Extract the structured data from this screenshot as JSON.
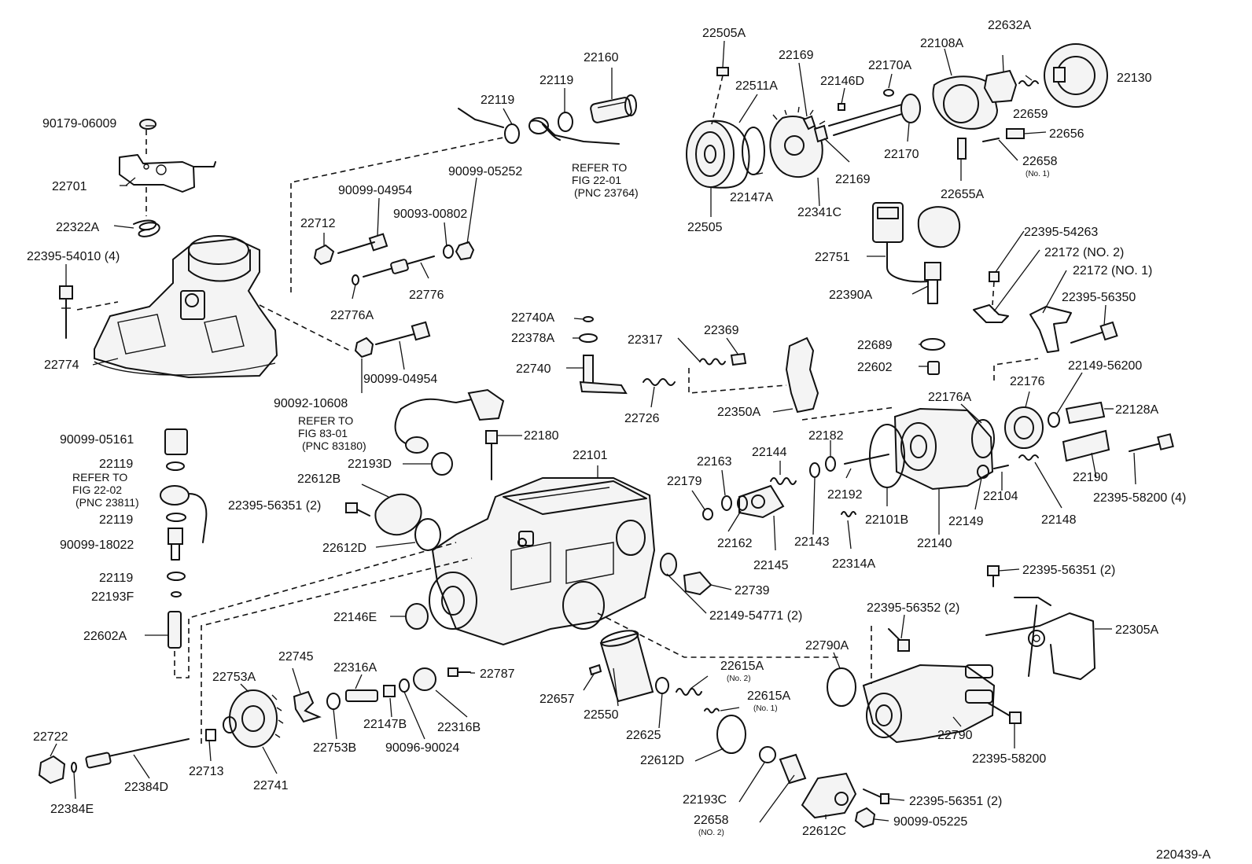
{
  "figure_code": "220439-A",
  "references": [
    {
      "lines": [
        "REFER TO",
        "FIG 22-01",
        "(PNC 23764)"
      ]
    },
    {
      "lines": [
        "REFER TO",
        "FIG 83-01",
        "(PNC 83180)"
      ]
    },
    {
      "lines": [
        "REFER TO",
        "FIG 22-02",
        "(PNC 23811)"
      ]
    }
  ],
  "callouts": [
    {
      "text": "22505A"
    },
    {
      "text": "22169"
    },
    {
      "text": "22511A"
    },
    {
      "text": "22146D"
    },
    {
      "text": "22170A"
    },
    {
      "text": "22108A"
    },
    {
      "text": "22632A"
    },
    {
      "text": "22130"
    },
    {
      "text": "22659"
    },
    {
      "text": "22656"
    },
    {
      "text": "22658",
      "note": "(No. 1)"
    },
    {
      "text": "22170"
    },
    {
      "text": "22169"
    },
    {
      "text": "22147A"
    },
    {
      "text": "22341C"
    },
    {
      "text": "22505"
    },
    {
      "text": "22655A"
    },
    {
      "text": "22160"
    },
    {
      "text": "22119"
    },
    {
      "text": "22119"
    },
    {
      "text": "90179-06009"
    },
    {
      "text": "22701"
    },
    {
      "text": "22322A"
    },
    {
      "text": "22395-54010 (4)"
    },
    {
      "text": "22774"
    },
    {
      "text": "90099-05252"
    },
    {
      "text": "90099-04954"
    },
    {
      "text": "90093-00802"
    },
    {
      "text": "22712"
    },
    {
      "text": "22776"
    },
    {
      "text": "22776A"
    },
    {
      "text": "90099-04954"
    },
    {
      "text": "90092-10608"
    },
    {
      "text": "22751"
    },
    {
      "text": "22390A"
    },
    {
      "text": "22395-54263"
    },
    {
      "text": "22172 (NO. 2)"
    },
    {
      "text": "22172 (NO. 1)"
    },
    {
      "text": "22395-56350"
    },
    {
      "text": "22740A"
    },
    {
      "text": "22378A"
    },
    {
      "text": "22317"
    },
    {
      "text": "22369"
    },
    {
      "text": "22740"
    },
    {
      "text": "22726"
    },
    {
      "text": "22350A"
    },
    {
      "text": "22689"
    },
    {
      "text": "22602"
    },
    {
      "text": "22149-56200"
    },
    {
      "text": "22176A"
    },
    {
      "text": "22176"
    },
    {
      "text": "22128A"
    },
    {
      "text": "22180"
    },
    {
      "text": "22101"
    },
    {
      "text": "22193D"
    },
    {
      "text": "90099-05161"
    },
    {
      "text": "22119"
    },
    {
      "text": "22612B"
    },
    {
      "text": "22395-56351 (2)"
    },
    {
      "text": "22612D"
    },
    {
      "text": "22119"
    },
    {
      "text": "90099-18022"
    },
    {
      "text": "22119"
    },
    {
      "text": "22193F"
    },
    {
      "text": "22163"
    },
    {
      "text": "22144"
    },
    {
      "text": "22182"
    },
    {
      "text": "22179"
    },
    {
      "text": "22192"
    },
    {
      "text": "22101B"
    },
    {
      "text": "22162"
    },
    {
      "text": "22145"
    },
    {
      "text": "22143"
    },
    {
      "text": "22314A"
    },
    {
      "text": "22140"
    },
    {
      "text": "22149"
    },
    {
      "text": "22104"
    },
    {
      "text": "22148"
    },
    {
      "text": "22190"
    },
    {
      "text": "22395-58200 (4)"
    },
    {
      "text": "22739"
    },
    {
      "text": "22149-54771 (2)"
    },
    {
      "text": "22395-56351 (2)"
    },
    {
      "text": "22305A"
    },
    {
      "text": "22146E"
    },
    {
      "text": "22602A"
    },
    {
      "text": "22395-56352 (2)"
    },
    {
      "text": "22790A"
    },
    {
      "text": "22745"
    },
    {
      "text": "22316A"
    },
    {
      "text": "22787"
    },
    {
      "text": "22753A"
    },
    {
      "text": "22615A",
      "note": "(No. 2)"
    },
    {
      "text": "22657"
    },
    {
      "text": "22615A",
      "note": "(No. 1)"
    },
    {
      "text": "22550"
    },
    {
      "text": "22147B"
    },
    {
      "text": "22316B"
    },
    {
      "text": "22753B"
    },
    {
      "text": "90096-90024"
    },
    {
      "text": "22625"
    },
    {
      "text": "22790"
    },
    {
      "text": "22722"
    },
    {
      "text": "22713"
    },
    {
      "text": "22612D"
    },
    {
      "text": "22384D"
    },
    {
      "text": "22741"
    },
    {
      "text": "22395-58200"
    },
    {
      "text": "22384E"
    },
    {
      "text": "22193C"
    },
    {
      "text": "22658",
      "note": "(NO. 2)"
    },
    {
      "text": "22395-56351 (2)"
    },
    {
      "text": "22612C"
    },
    {
      "text": "90099-05225"
    }
  ]
}
